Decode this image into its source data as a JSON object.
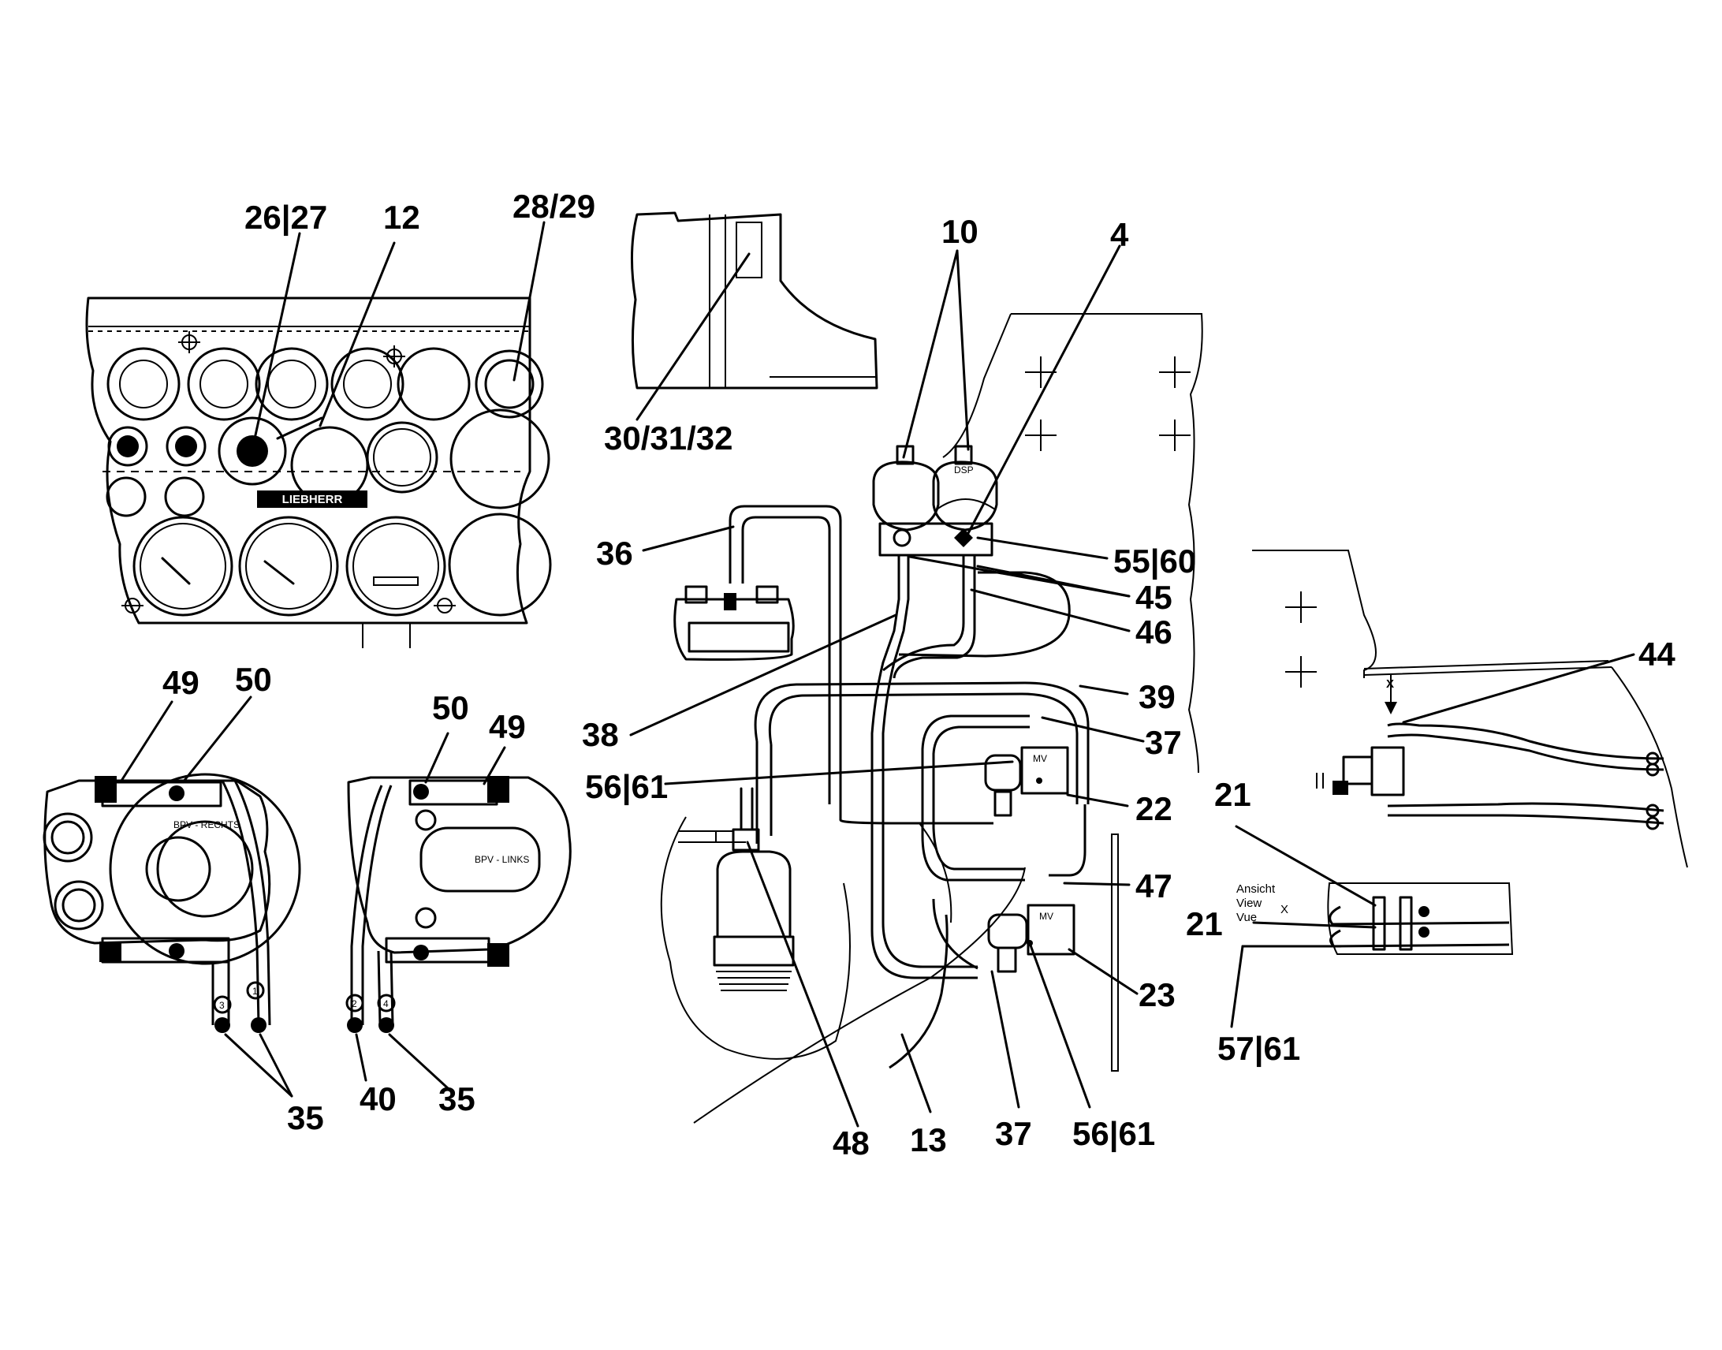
{
  "labels": {
    "l_26_27": "26|27",
    "l_12": "12",
    "l_28_29": "28/29",
    "l_30_31_32": "30/31/32",
    "l_10": "10",
    "l_4": "4",
    "l_36": "36",
    "l_55_60": "55|60",
    "l_45": "45",
    "l_46": "46",
    "l_38": "38",
    "l_39": "39",
    "l_37_top": "37",
    "l_56_61_left": "56|61",
    "l_22": "22",
    "l_47": "47",
    "l_23": "23",
    "l_48": "48",
    "l_13": "13",
    "l_37_bottom": "37",
    "l_56_61_bottom": "56|61",
    "l_44": "44",
    "l_21_top": "21",
    "l_21_mid": "21",
    "l_57_61": "57|61",
    "l_49_left": "49",
    "l_50_left": "50",
    "l_50_right": "50",
    "l_49_right": "49",
    "l_35_left": "35",
    "l_40": "40",
    "l_35_right": "35"
  },
  "view_note": {
    "line1": "Ansicht",
    "line2": "View",
    "line3": "Vue",
    "x": "X"
  },
  "component_text": {
    "logo": "LIEBHERR",
    "pump_right": "BPV - RECHTS",
    "pump_left": "BPV - LINKS",
    "valve_mv": "MV",
    "accumulator": "DSP",
    "arrow_x": "X",
    "hose_1": "1",
    "hose_2": "2",
    "hose_3": "3",
    "hose_4": "4"
  }
}
